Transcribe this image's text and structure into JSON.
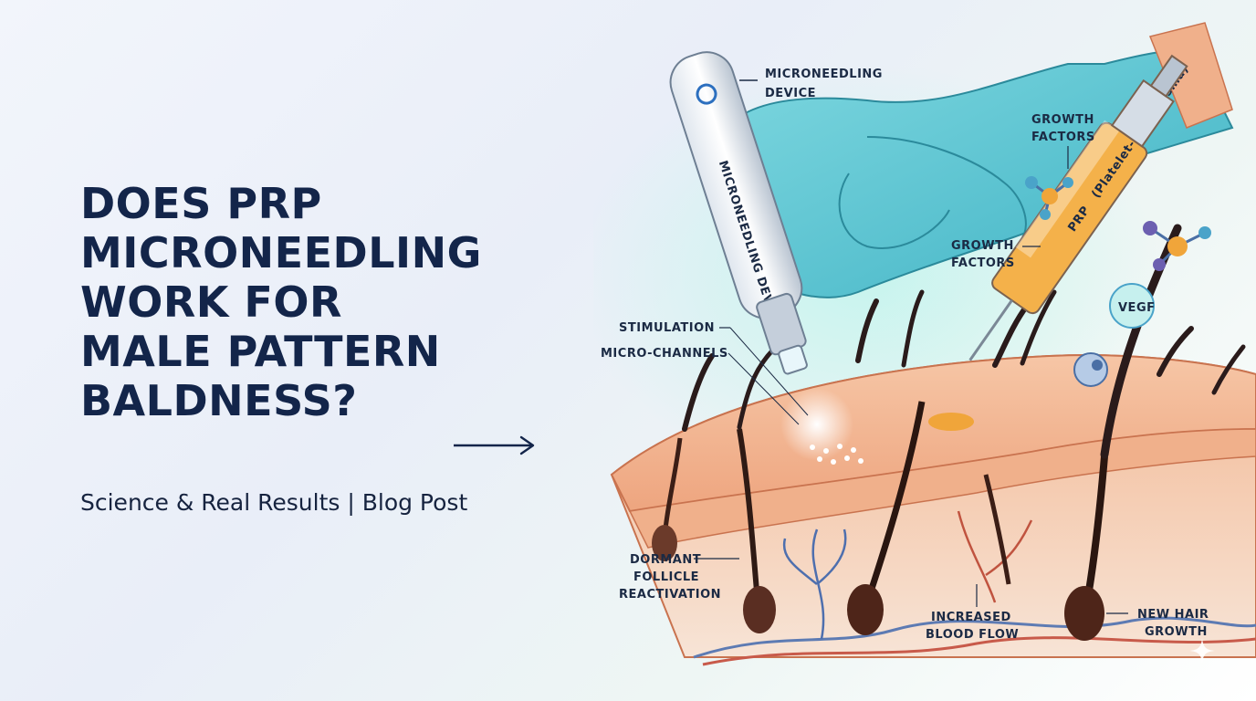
{
  "headline": {
    "lines": [
      "DOES PRP",
      "MICRONEEDLING",
      "WORK FOR",
      "MALE PATTERN",
      "BALDNESS?"
    ]
  },
  "subtitle": "Science & Real Results | Blog Post",
  "icons": {
    "arrow": "arrow-right-icon",
    "sparkle": "sparkle-icon"
  },
  "illustration": {
    "device_label": "MICRONEEDLING DEVICE",
    "syringe_label": "PRP",
    "syringe_sublabel": "(Platelet-Rich Plasma)",
    "vegf": "VEGF",
    "callouts": {
      "microneedling_device_l1": "MICRONEEDLING",
      "microneedling_device_l2": "DEVICE",
      "growth_factors_top_l1": "GROWTH",
      "growth_factors_top_l2": "FACTORS",
      "growth_factors_mid_l1": "GROWTH",
      "growth_factors_mid_l2": "FACTORS",
      "stimulation": "STIMULATION",
      "micro_channels": "MICRO-CHANNELS",
      "dormant_l1": "DORMANT",
      "dormant_l2": "FOLLICLE",
      "dormant_l3": "REACTIVATION",
      "blood_flow_l1": "INCREASED",
      "blood_flow_l2": "BLOOD FLOW",
      "new_hair_l1": "NEW HAIR",
      "new_hair_l2": "GROWTH"
    }
  },
  "colors": {
    "headline": "#13254a",
    "glove": "#5fc8d4",
    "skin": "#f2b392",
    "plasma": "#f0a53a"
  }
}
